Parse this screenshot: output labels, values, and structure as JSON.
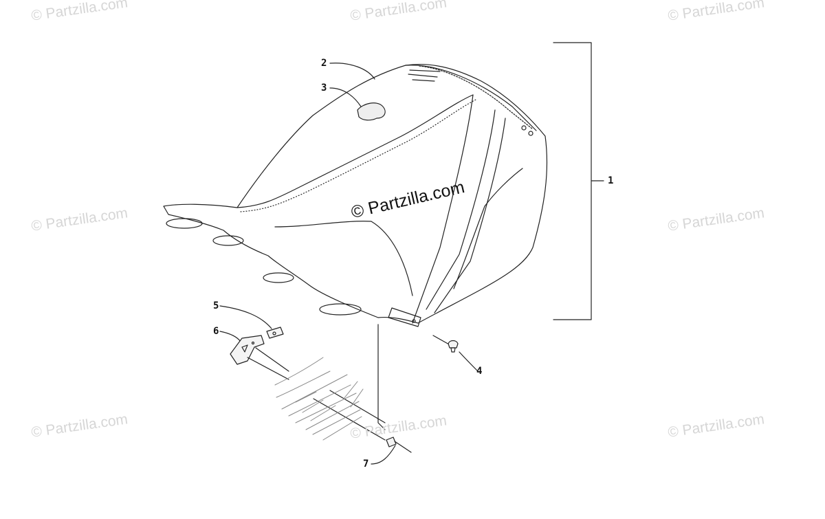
{
  "watermarks": {
    "top_left": "© Partzilla.com",
    "top_center": "© Partzilla.com",
    "top_right": "© Partzilla.com",
    "mid_left": "© Partzilla.com",
    "mid_right": "© Partzilla.com",
    "bottom_left": "© Partzilla.com",
    "bottom_center": "© Partzilla.com",
    "bottom_right": "© Partzilla.com",
    "center": "© Partzilla.com"
  },
  "callouts": {
    "c1": "1",
    "c2": "2",
    "c3": "3",
    "c4": "4",
    "c5": "5",
    "c6": "6",
    "c7": "7"
  },
  "colors": {
    "line": "#222222",
    "watermark": "#d6d6d6",
    "hatch": "#888888"
  }
}
